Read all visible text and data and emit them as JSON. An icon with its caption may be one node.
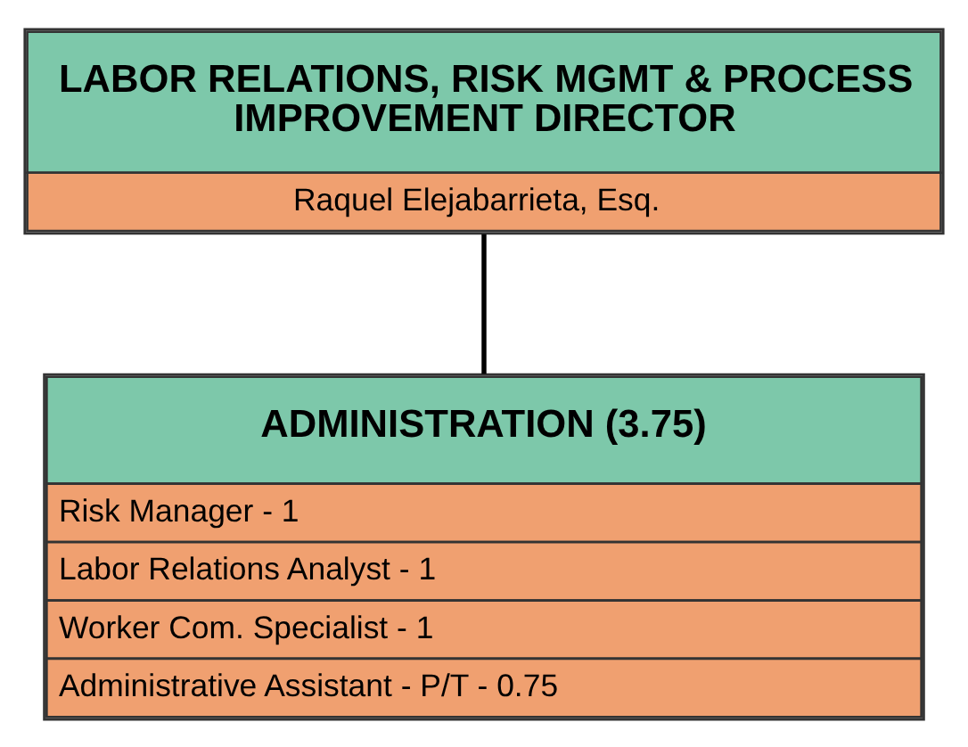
{
  "diagram": {
    "nodes": [
      {
        "text": [
          "LABOR RELATIONS, RISK MGMT & PROCESS IMPROVEMENT DIRECTOR",
          "Raquel Elejabarrieta, Esq."
        ]
      },
      {
        "text": [
          "ADMINISTRATION (3.75)",
          "Risk Manager - 1",
          "Labor Relations Analyst - 1",
          "Worker Com. Specialist - 1",
          "Administrative Assistant - P/T - 0.75"
        ]
      }
    ],
    "edges": [
      {
        "from": 0,
        "to": 1,
        "arrow": "none"
      }
    ]
  }
}
